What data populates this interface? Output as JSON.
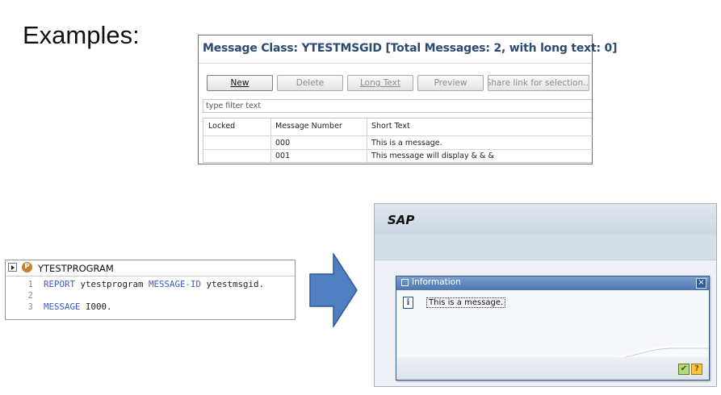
{
  "heading": "Examples:",
  "message_class": {
    "title": "Message Class: YTESTMSGID [Total Messages: 2, with long text: 0]",
    "buttons": {
      "new": "New",
      "delete": "Delete",
      "long_text": "Long Text",
      "preview": "Preview",
      "share": "Share link for selection..."
    },
    "filter_placeholder": "type filter text",
    "columns": [
      "Locked",
      "Message Number",
      "Short Text"
    ],
    "rows": [
      {
        "locked": "",
        "number": "000",
        "text": "This is a message."
      },
      {
        "locked": "",
        "number": "001",
        "text": "This message will display & & &"
      }
    ]
  },
  "code_editor": {
    "program_name": "YTESTPROGRAM",
    "program_icon_letter": "P",
    "lines": [
      {
        "num": "1",
        "kw1": "REPORT",
        "t1": " ytestprogram ",
        "kw2": "MESSAGE-ID",
        "t2": " ytestmsgid."
      },
      {
        "num": "2",
        "kw1": "",
        "t1": "",
        "kw2": "",
        "t2": ""
      },
      {
        "num": "3",
        "kw1": "MESSAGE",
        "t1": " I000.",
        "kw2": "",
        "t2": ""
      }
    ]
  },
  "sap_window": {
    "title": "SAP",
    "dialog": {
      "title": "Information",
      "close": "×",
      "message": "This is a message.",
      "info_icon": "i",
      "ok_glyph": "✔",
      "help_glyph": "?"
    }
  },
  "colors": {
    "arrow_fill": "#4f7fc0",
    "arrow_stroke": "#2f5b93",
    "title_blue": "#2b4a74"
  }
}
